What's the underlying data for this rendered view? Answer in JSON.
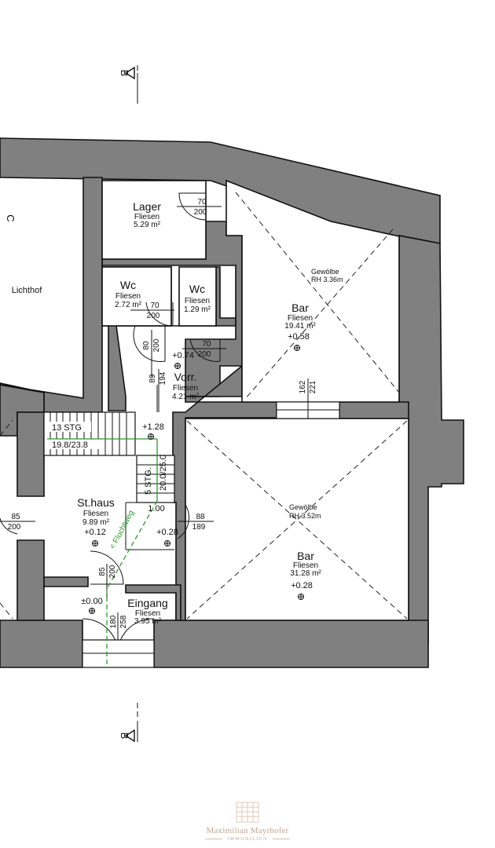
{
  "plan": {
    "section_markers": [
      {
        "label": "B",
        "position": "top"
      },
      {
        "label": "B",
        "position": "bottom"
      }
    ],
    "axis_marker": "C",
    "rooms": [
      {
        "id": "lichthof",
        "name": "Lichthof"
      },
      {
        "id": "lager",
        "name": "Lager",
        "floor": "Fliesen",
        "area": "5.29 m²"
      },
      {
        "id": "wc1",
        "name": "Wc",
        "floor": "Fliesen",
        "area": "2.72 m²"
      },
      {
        "id": "wc2",
        "name": "Wc",
        "floor": "Fliesen",
        "area": "1.29 m²"
      },
      {
        "id": "vorr",
        "name": "Vorr.",
        "floor": "Fliesen",
        "area": "4.21 m²",
        "level": "+0.74"
      },
      {
        "id": "bar1",
        "name": "Bar",
        "floor": "Fliesen",
        "area": "19.41 m²",
        "level": "+0.58",
        "vault": "Gewölbe",
        "height": "RH 3.36m"
      },
      {
        "id": "bar2",
        "name": "Bar",
        "floor": "Fliesen",
        "area": "31.28 m²",
        "level": "+0.28",
        "vault": "Gewölbe",
        "height": "RH 3.52m"
      },
      {
        "id": "sthaus",
        "name": "St.haus",
        "floor": "Fliesen",
        "area": "9.89 m²",
        "level": "+0.12"
      },
      {
        "id": "eingang",
        "name": "Eingang",
        "floor": "Fliesen",
        "area": "3.95 m²",
        "level": "±0.00"
      }
    ],
    "levels": {
      "landing": "+1.28",
      "bar2_door": "+0.28"
    },
    "doors": [
      {
        "id": "lager",
        "width": "70",
        "height": "200"
      },
      {
        "id": "wc",
        "width": "70",
        "height": "200"
      },
      {
        "id": "vorr_left",
        "width": "80",
        "height": "200"
      },
      {
        "id": "vorr_right",
        "width": "70",
        "height": "200"
      },
      {
        "id": "passage",
        "width": "89",
        "height": "194"
      },
      {
        "id": "bar_opening",
        "width": "162",
        "height": "221"
      },
      {
        "id": "left",
        "width": "85",
        "height": "200"
      },
      {
        "id": "bar2",
        "width": "88",
        "height": "189"
      },
      {
        "id": "sthaus",
        "width": "85",
        "height": "200"
      },
      {
        "id": "entrance",
        "width": "180",
        "height": "258"
      }
    ],
    "stairs": [
      {
        "id": "main",
        "steps": "13 STG",
        "ratio": "19.8/23.8"
      },
      {
        "id": "short",
        "steps": "5 STG.",
        "ratio": "20.0/25.0"
      }
    ],
    "landing_width": "1.00",
    "escape_route": "< Fluchtweg"
  },
  "logo": {
    "brand": "Maximilian Mayrhofer",
    "subtitle": "IMMOBILIEN",
    "color": "#c9a58c"
  }
}
